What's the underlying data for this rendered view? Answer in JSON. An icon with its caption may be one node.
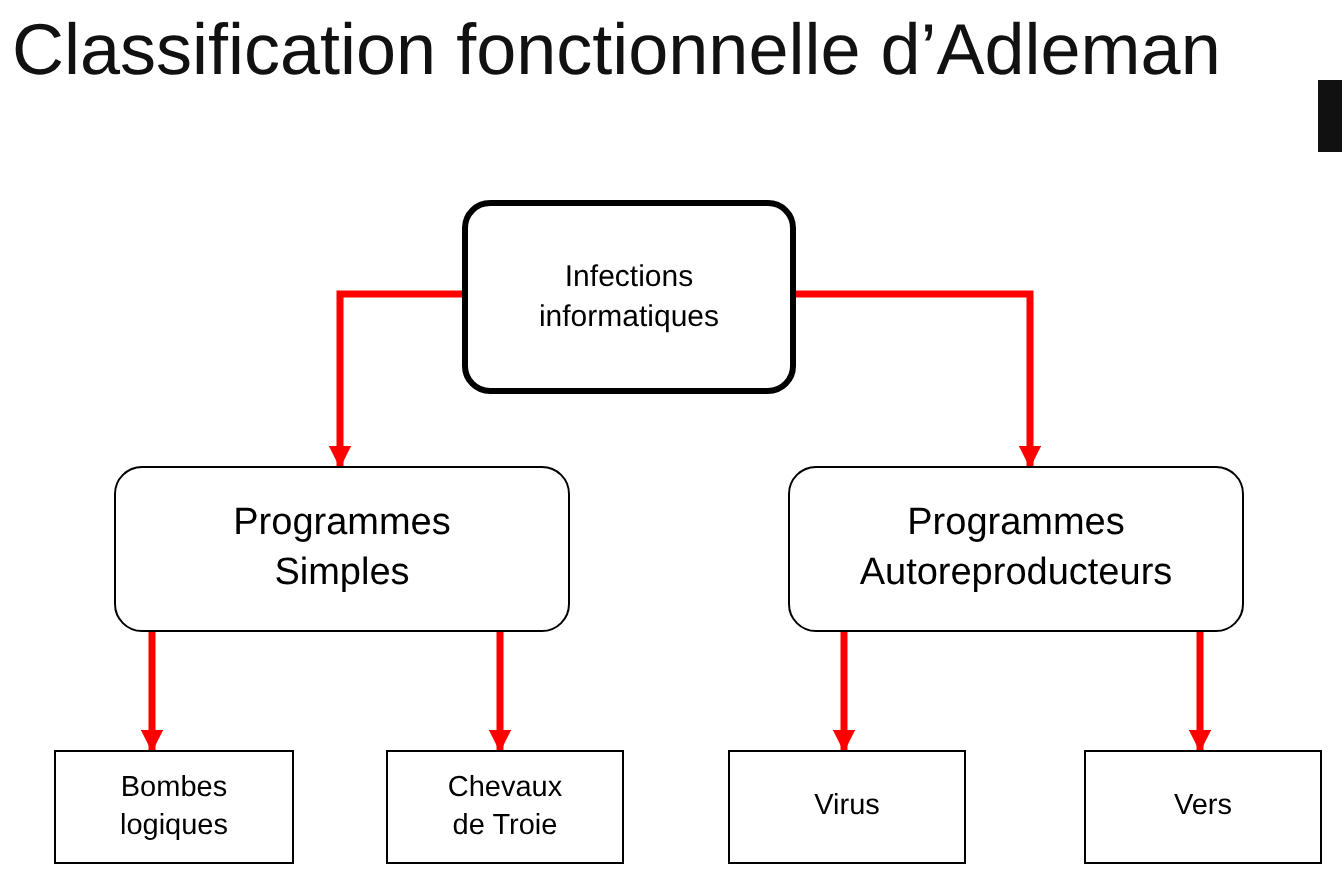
{
  "diagram": {
    "title": "Classification fonctionnelle d’Adleman",
    "nodes": [
      {
        "text": [
          "Infections informatiques"
        ]
      },
      {
        "text": [
          "Programmes Simples"
        ]
      },
      {
        "text": [
          "Programmes Autoreproducteurs"
        ]
      },
      {
        "text": [
          "Bombes logiques"
        ]
      },
      {
        "text": [
          "Chevaux de Troie"
        ]
      },
      {
        "text": [
          "Virus"
        ]
      },
      {
        "text": [
          "Vers"
        ]
      }
    ],
    "edges": [
      {
        "from": 0,
        "to": 1,
        "arrow": "to"
      },
      {
        "from": 0,
        "to": 2,
        "arrow": "to"
      },
      {
        "from": 1,
        "to": 3,
        "arrow": "to"
      },
      {
        "from": 1,
        "to": 4,
        "arrow": "to"
      },
      {
        "from": 2,
        "to": 5,
        "arrow": "to"
      },
      {
        "from": 2,
        "to": 6,
        "arrow": "to"
      }
    ]
  }
}
